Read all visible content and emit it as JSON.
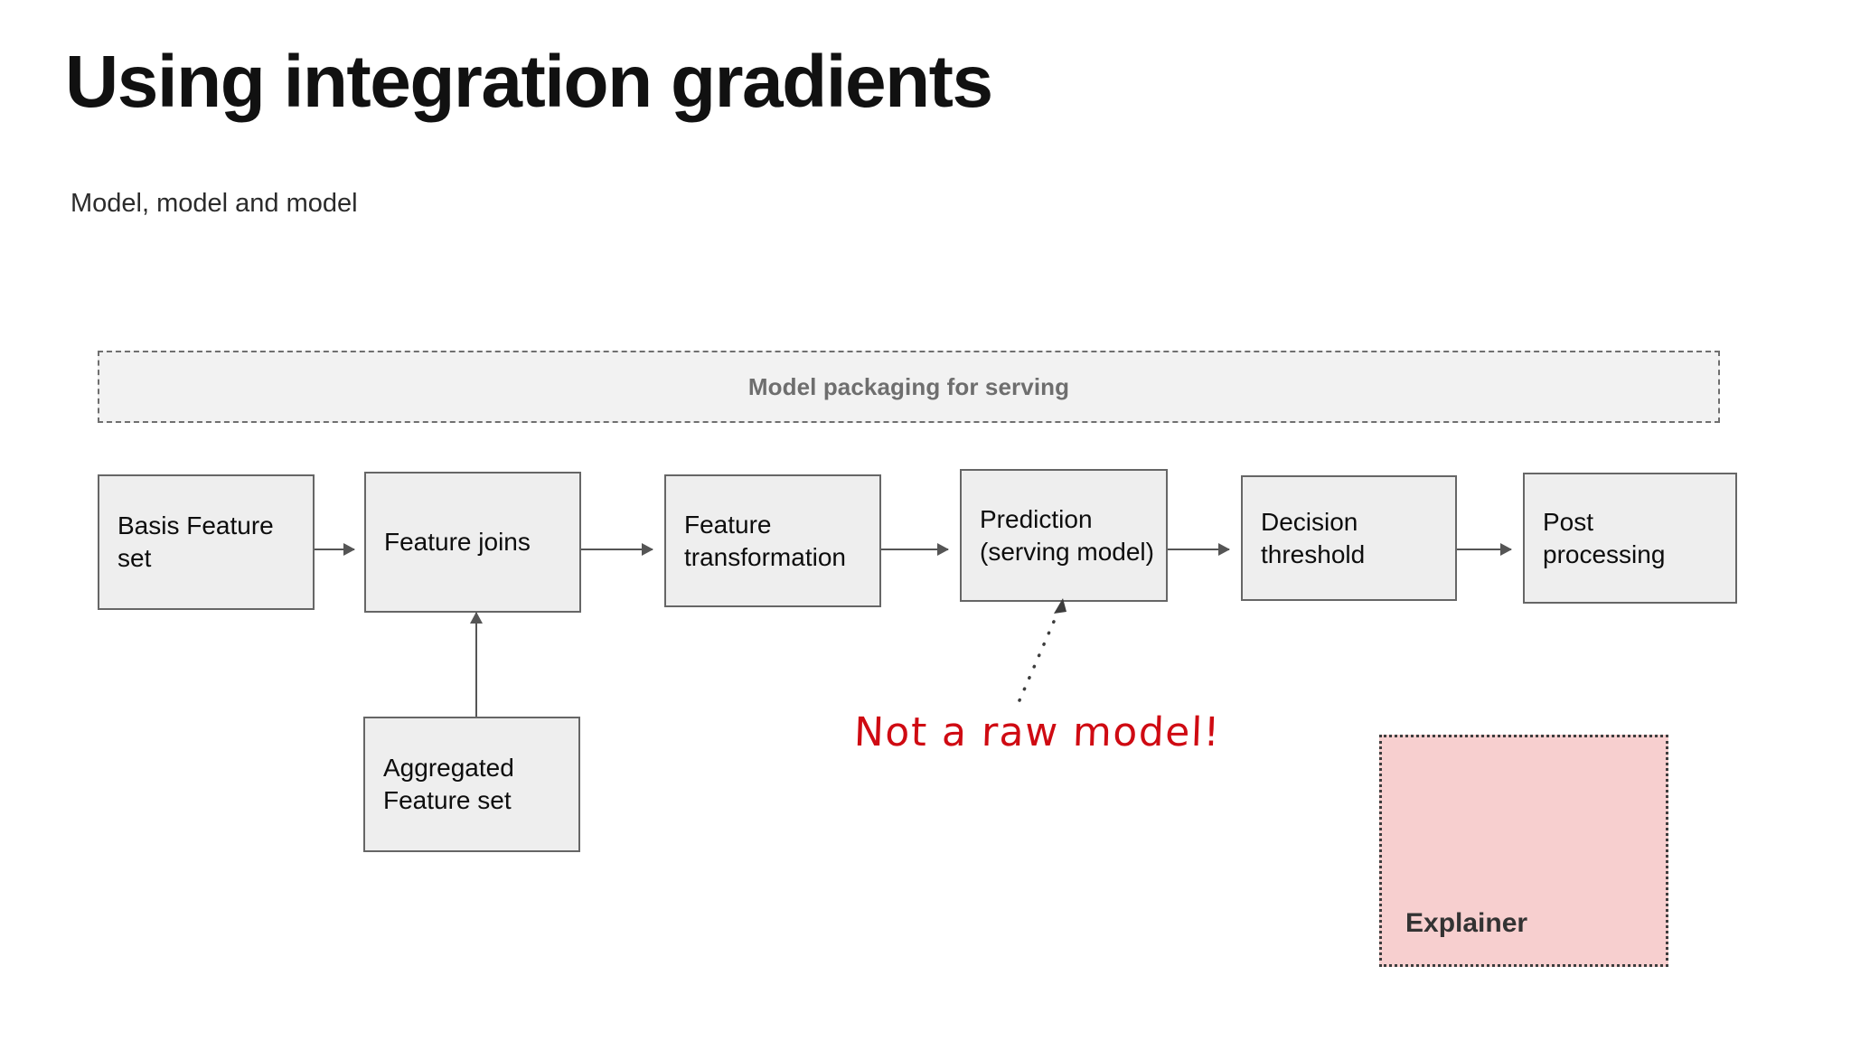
{
  "header": {
    "title": "Using integration gradients",
    "subtitle": "Model, model and model"
  },
  "packaging": {
    "label": "Model packaging for serving"
  },
  "flow": {
    "boxes": [
      {
        "id": "basis",
        "label": "Basis Feature\nset"
      },
      {
        "id": "joins",
        "label": "Feature joins"
      },
      {
        "id": "transform",
        "label": "Feature\ntransformation"
      },
      {
        "id": "prediction",
        "label": "Prediction\n(serving model)"
      },
      {
        "id": "decision",
        "label": "Decision\nthreshold"
      },
      {
        "id": "post",
        "label": "Post\nprocessing"
      }
    ],
    "aggregated": {
      "id": "aggregated",
      "label": "Aggregated\nFeature set"
    }
  },
  "annotations": {
    "not_raw_model": "Not a raw model!"
  },
  "explainer": {
    "label": "Explainer"
  },
  "colors": {
    "box_fill": "#eeeeee",
    "box_border": "#666666",
    "container_fill": "#f2f2f2",
    "container_border": "#6f6f6f",
    "container_text": "#6e6e6e",
    "annotation_red": "#cf0a12",
    "explainer_fill": "#f7cfcf",
    "explainer_border": "#3d3d3d",
    "explainer_text": "#333333",
    "connector": "#555555"
  }
}
